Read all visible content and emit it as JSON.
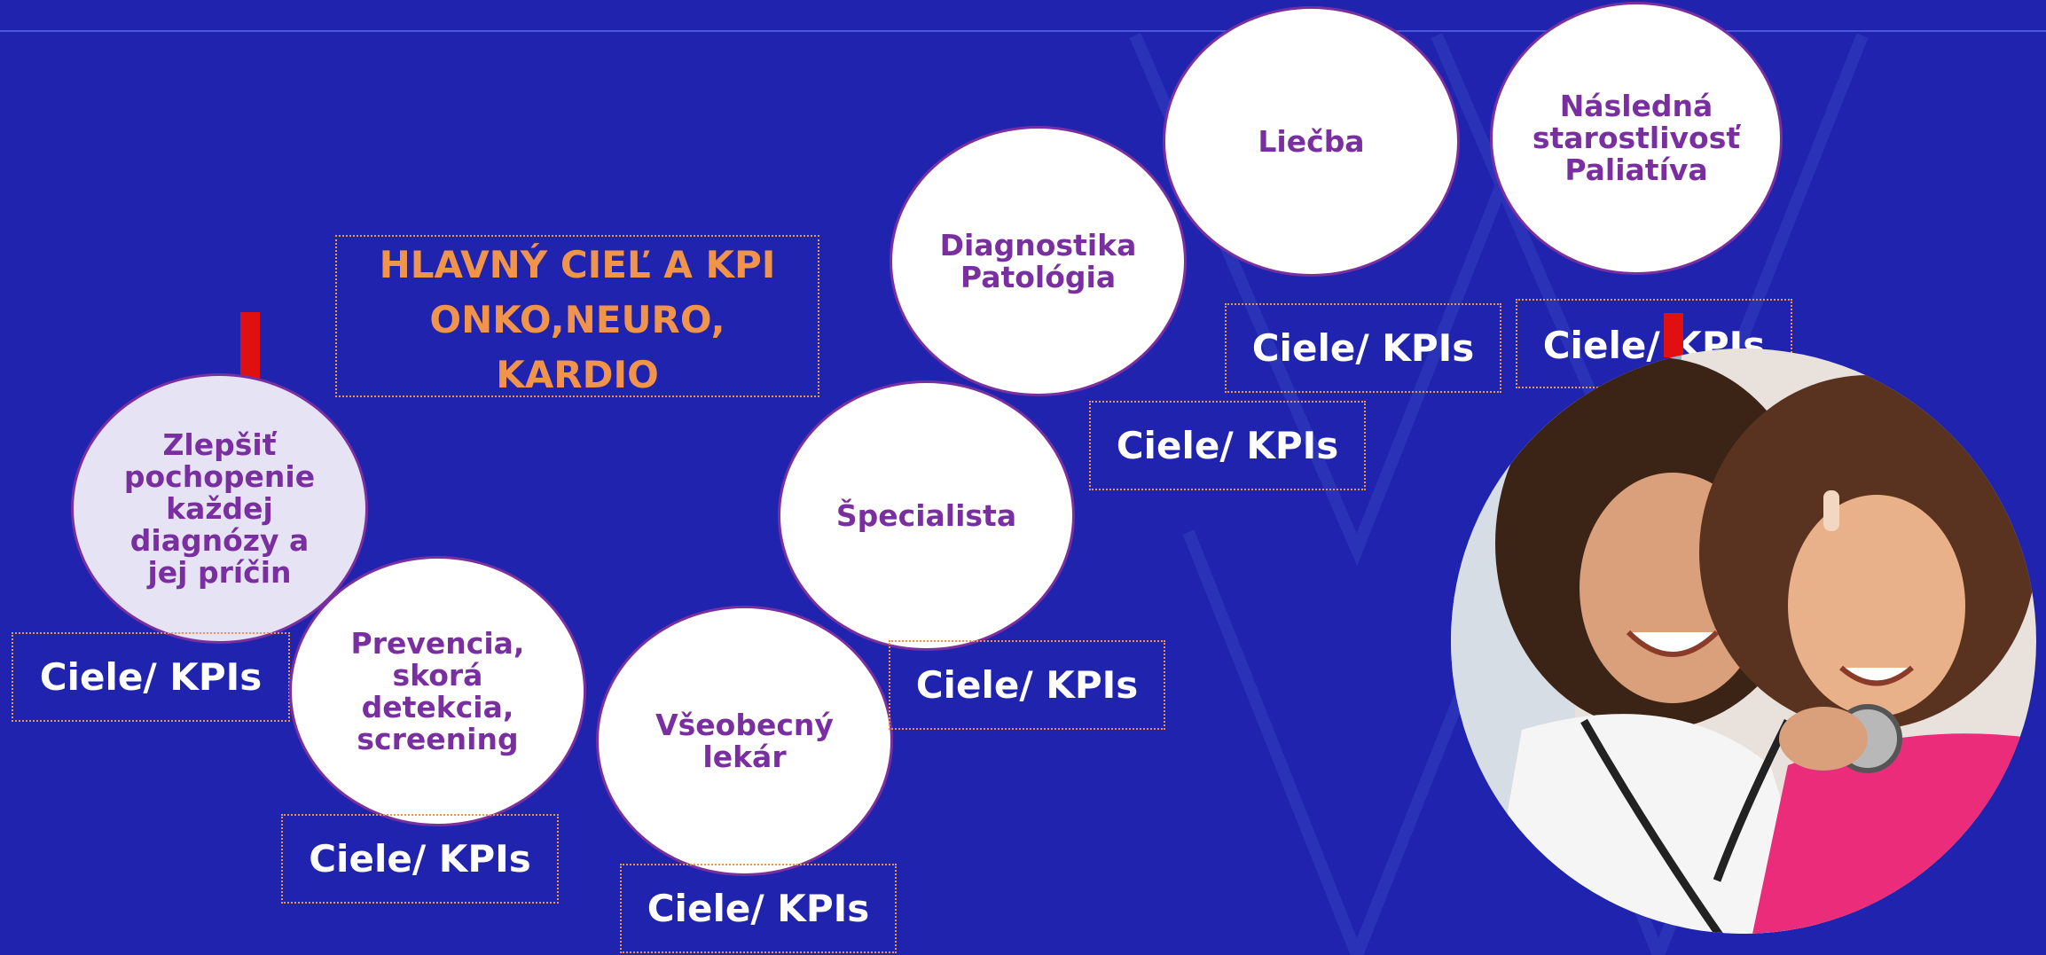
{
  "diagram": {
    "goal_title": "HLAVNÝ CIEĽ A KPI\nONKO,NEURO,\nKARDIO",
    "steps": [
      {
        "label": "Zlepšiť\npochopenie\nkaždej\ndiagnózy a\njej príčin"
      },
      {
        "label": "Prevencia,\nskorá\ndetekcia,\nscreening"
      },
      {
        "label": "Všeobecný\nlekár"
      },
      {
        "label": "Špecialista"
      },
      {
        "label": "Diagnostika\nPatológia"
      },
      {
        "label": "Liečba"
      },
      {
        "label": "Následná\nstarostlivosť\nPaliatíva"
      }
    ],
    "kpi_label": "Ciele/ KPIs"
  },
  "colors": {
    "background": "#1f23ad",
    "circle_text": "#7a2fa0",
    "accent_orange": "#f0944b",
    "marker_red": "#e01010"
  }
}
